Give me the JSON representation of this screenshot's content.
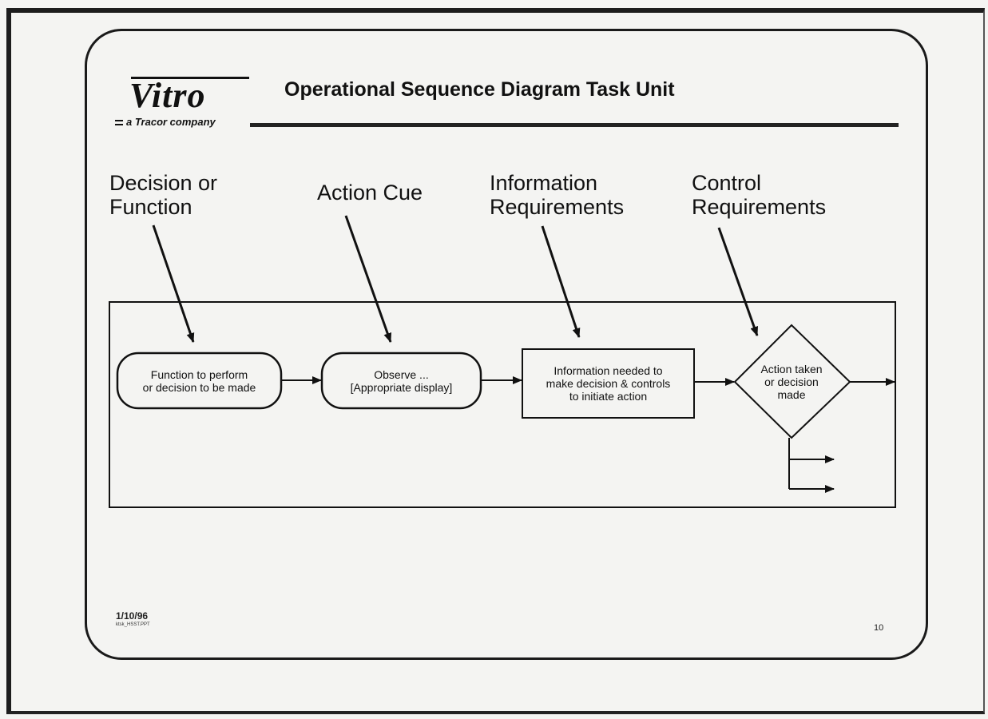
{
  "slide": {
    "title": "Operational Sequence Diagram Task Unit",
    "logo": {
      "wordmark": "Vitro",
      "tagline": "a Tracor company"
    },
    "footer": {
      "date": "1/10/96",
      "filename": "ktsk_HSST.PPT",
      "page": "10"
    }
  },
  "columns": [
    {
      "label": "Decision or\nFunction"
    },
    {
      "label": "Action Cue"
    },
    {
      "label": "Information\nRequirements"
    },
    {
      "label": "Control\nRequirements"
    }
  ],
  "nodes": {
    "function": {
      "shape": "rounded-rectangle",
      "text": "Function to perform\nor decision to be made"
    },
    "observe": {
      "shape": "rounded-rectangle",
      "text": "Observe ...\n[Appropriate display]"
    },
    "information": {
      "shape": "rectangle",
      "text": "Information needed to\nmake decision & controls\nto initiate action"
    },
    "action": {
      "shape": "diamond",
      "text": "Action taken\nor decision\nmade"
    }
  }
}
